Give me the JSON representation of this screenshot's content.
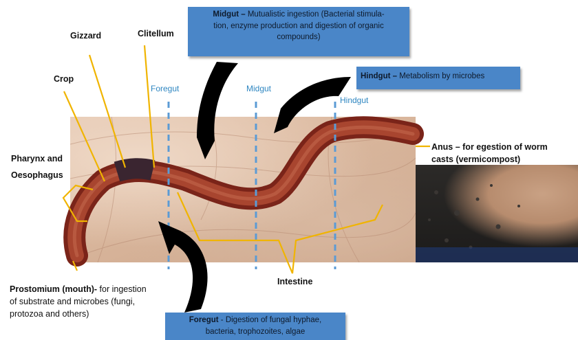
{
  "labels": {
    "gizzard": "Gizzard",
    "clitellum": "Clitellum",
    "crop": "Crop",
    "pharynx_line1": "Pharynx and",
    "pharynx_line2": "Oesophagus",
    "prostomium_bold": "Prostomium (mouth)-",
    "prostomium_rest1": " for ingestion",
    "prostomium_line2": "of substrate and microbes (fungi,",
    "prostomium_line3": "protozoa and others)",
    "intestine": "Intestine",
    "anus_line1": "Anus – for egestion of worm",
    "anus_line2": "casts (vermicompost)"
  },
  "regions": {
    "foregut": "Foregut",
    "midgut": "Midgut",
    "hindgut": "Hindgut"
  },
  "boxes": {
    "midgut_title": "Midgut –",
    "midgut_line1": " Mutualistic ingestion (Bacterial stimula-",
    "midgut_line2": "tion, enzyme production and digestion of organic",
    "midgut_line3": "compounds)",
    "hindgut_title": "Hindgut –",
    "hindgut_text": " Metabolism by microbes",
    "foregut_title": "Foregut",
    "foregut_line1": " - Digestion of fungal hyphae,",
    "foregut_line2": "bacteria, trophozoites, algae"
  },
  "colors": {
    "callout_line": "#f0b400",
    "divider": "#5b9bd5",
    "box_fill": "#4a86c8",
    "worm_body": "#8e2f22",
    "worm_dark": "#3a2530"
  }
}
